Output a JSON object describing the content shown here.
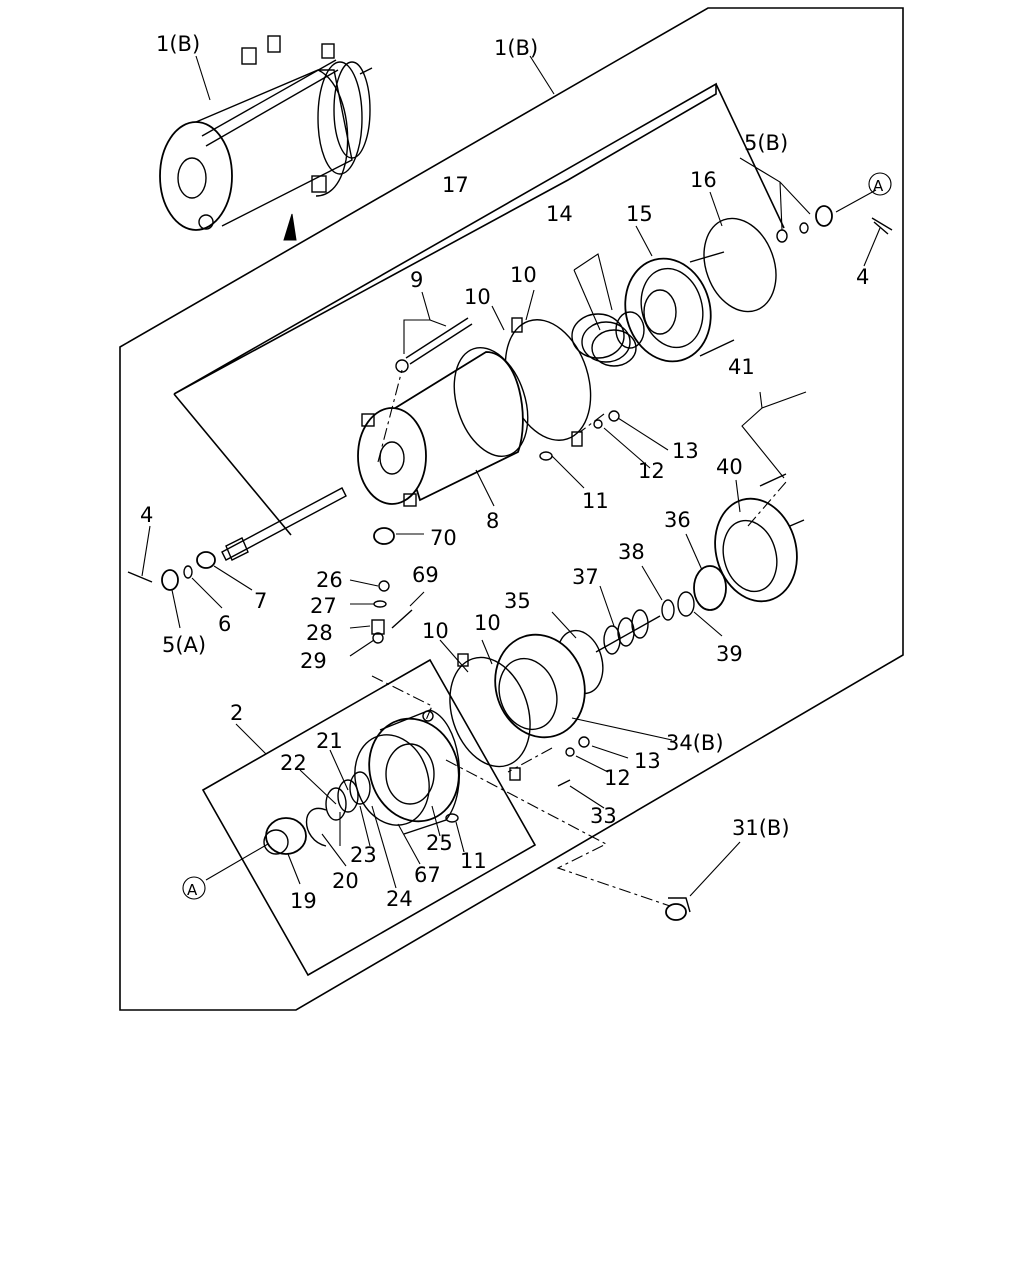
{
  "diagram": {
    "callouts": {
      "c1b_top": "1(B)",
      "c1b_box": "1(B)",
      "c2": "2",
      "c4_left": "4",
      "c4_right": "4",
      "c5a": "5(A)",
      "c5b": "5(B)",
      "c6": "6",
      "c7": "7",
      "c8": "8",
      "c9": "9",
      "c10_a": "10",
      "c10_b": "10",
      "c10_c": "10",
      "c10_d": "10",
      "c11_a": "11",
      "c11_b": "11",
      "c12_a": "12",
      "c12_b": "12",
      "c13_a": "13",
      "c13_b": "13",
      "c14": "14",
      "c15": "15",
      "c16": "16",
      "c17": "17",
      "c19": "19",
      "c20": "20",
      "c21": "21",
      "c22": "22",
      "c23": "23",
      "c24": "24",
      "c25": "25",
      "c26": "26",
      "c27": "27",
      "c28": "28",
      "c29": "29",
      "c31b": "31(B)",
      "c33": "33",
      "c34b": "34(B)",
      "c35": "35",
      "c36": "36",
      "c37": "37",
      "c38": "38",
      "c39": "39",
      "c40": "40",
      "c41": "41",
      "c67": "67",
      "c69": "69",
      "c70": "70",
      "ref_a_top": "A",
      "ref_a_bottom": "A"
    }
  }
}
